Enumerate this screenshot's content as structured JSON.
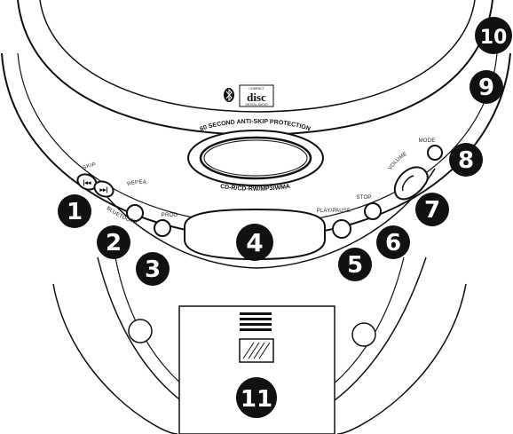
{
  "labels": {
    "skip": "SKIP",
    "repeat": "• REPEAT",
    "bluetooth": "• BLUETOOTH",
    "prog": "PROG",
    "play_pause": "PLAY/PAUSE",
    "stop": "STOP",
    "volume": "VOLUME",
    "mode": "MODE",
    "protection": "60 SECOND ANTI-SKIP PROTECTION",
    "formats": "CD-R/CD-RW/MP3/WMA",
    "disc_logo_top": "COMPACT",
    "disc_logo_mid": "disc",
    "disc_logo_bottom": "DIGITAL AUDIO"
  },
  "callouts": [
    {
      "number": "1",
      "name": "callout-1"
    },
    {
      "number": "2",
      "name": "callout-2"
    },
    {
      "number": "3",
      "name": "callout-3"
    },
    {
      "number": "4",
      "name": "callout-4"
    },
    {
      "number": "5",
      "name": "callout-5"
    },
    {
      "number": "6",
      "name": "callout-6"
    },
    {
      "number": "7",
      "name": "callout-7"
    },
    {
      "number": "8",
      "name": "callout-8"
    },
    {
      "number": "9",
      "name": "callout-9"
    },
    {
      "number": "10",
      "name": "callout-10"
    },
    {
      "number": "11",
      "name": "callout-11"
    }
  ],
  "icons": {
    "bluetooth": "bluetooth-icon",
    "disc_logo": "compact-disc-logo"
  },
  "colors": {
    "line": "#111111",
    "background": "#ffffff",
    "callout_fill": "#111111"
  }
}
